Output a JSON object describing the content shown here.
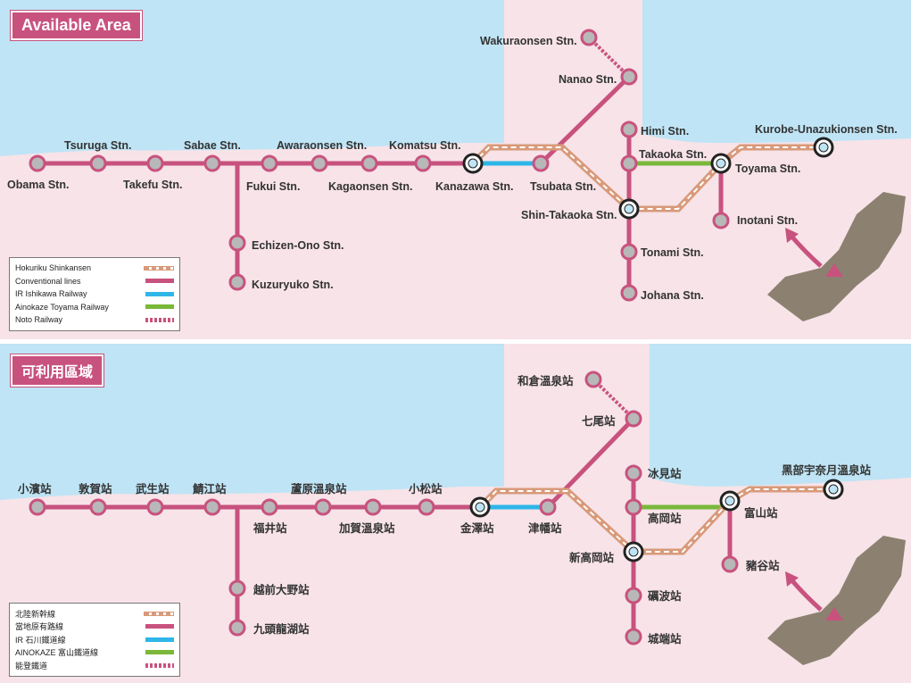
{
  "colors": {
    "sea": "#bfe4f5",
    "land": "#f7e3e8",
    "shinkansen": "#d89a7a",
    "conventional": "#c8527e",
    "ir_ishikawa": "#2eb6e8",
    "ainokaze": "#7ab83a",
    "noto": "#c8527e",
    "japan": "#8c8170"
  },
  "en": {
    "title": "Available Area",
    "stations": {
      "obama": "Obama Stn.",
      "tsuruga": "Tsuruga Stn.",
      "takefu": "Takefu Stn.",
      "sabae": "Sabae Stn.",
      "fukui": "Fukui Stn.",
      "awaraonsen": "Awaraonsen Stn.",
      "kagaonsen": "Kagaonsen Stn.",
      "komatsu": "Komatsu Stn.",
      "kanazawa": "Kanazawa Stn.",
      "tsubata": "Tsubata Stn.",
      "wakuraonsen": "Wakuraonsen Stn.",
      "nanao": "Nanao Stn.",
      "himi": "Himi Stn.",
      "takaoka": "Takaoka Stn.",
      "shintakaoka": "Shin-Takaoka Stn.",
      "tonami": "Tonami Stn.",
      "johana": "Johana Stn.",
      "toyama": "Toyama Stn.",
      "kurobe": "Kurobe-Unazukionsen Stn.",
      "inotani": "Inotani Stn.",
      "echizenono": "Echizen-Ono Stn.",
      "kuzuryuko": "Kuzuryuko Stn."
    },
    "legend": [
      "Hokuriku Shinkansen",
      "Conventional lines",
      "IR Ishikawa Railway",
      "Ainokaze Toyama Railway",
      "Noto Railway"
    ]
  },
  "zh": {
    "title": "可利用區域",
    "stations": {
      "obama": "小濱站",
      "tsuruga": "敦賀站",
      "takefu": "武生站",
      "sabae": "鯖江站",
      "fukui": "福井站",
      "awaraonsen": "蘆原溫泉站",
      "kagaonsen": "加賀溫泉站",
      "komatsu": "小松站",
      "kanazawa": "金澤站",
      "tsubata": "津幡站",
      "wakuraonsen": "和倉溫泉站",
      "nanao": "七尾站",
      "himi": "冰見站",
      "takaoka": "高岡站",
      "shintakaoka": "新高岡站",
      "tonami": "礪波站",
      "johana": "城端站",
      "toyama": "富山站",
      "kurobe": "黑部宇奈月溫泉站",
      "inotani": "豬谷站",
      "echizenono": "越前大野站",
      "kuzuryuko": "九頭龍湖站"
    },
    "legend": [
      "北陸新幹線",
      "當地原有路線",
      "IR 石川鐵道線",
      "AINOKAZE 富山鐵道線",
      "能登鐵道"
    ]
  }
}
